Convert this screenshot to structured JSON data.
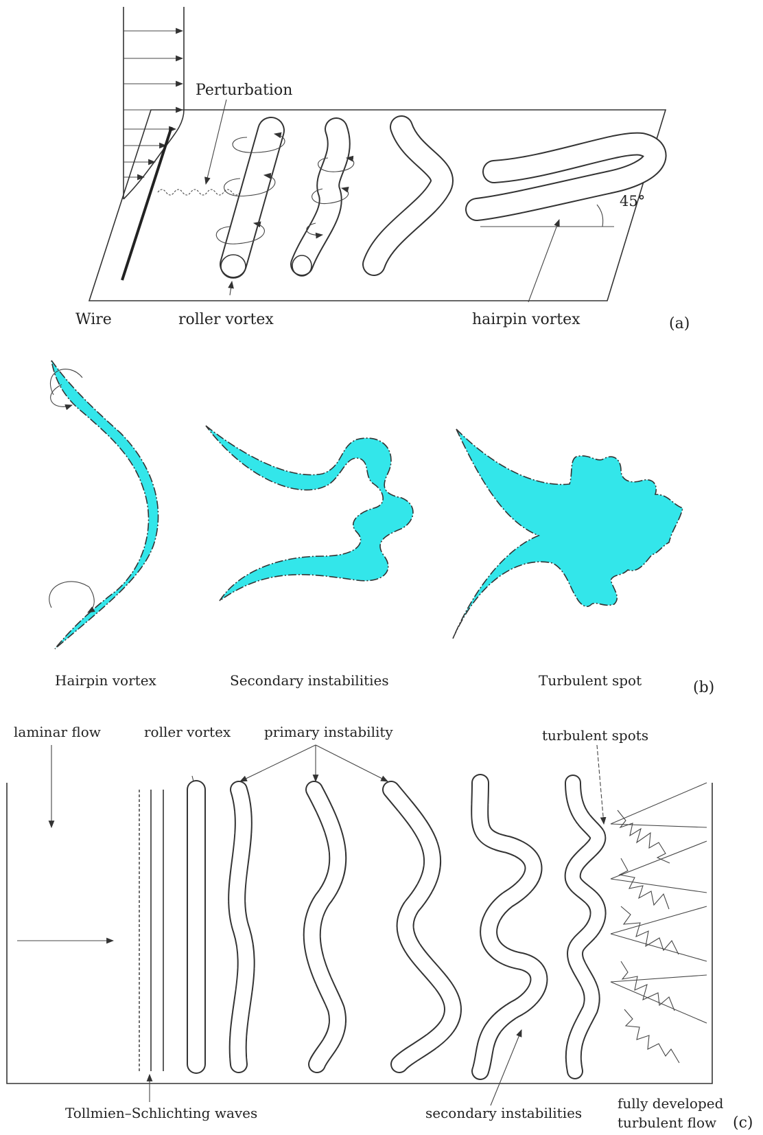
{
  "panel_a": {
    "perturbation": "Perturbation",
    "wire": "Wire",
    "roller_vortex": "roller vortex",
    "hairpin_vortex": "hairpin vortex",
    "angle": "45°",
    "tag": "(a)"
  },
  "panel_b": {
    "hairpin_vortex": "Hairpin vortex",
    "secondary_instabilities": "Secondary instabilities",
    "turbulent_spot": "Turbulent spot",
    "tag": "(b)"
  },
  "panel_c": {
    "laminar_flow": "laminar flow",
    "roller_vortex": "roller vortex",
    "primary_instability": "primary instability",
    "turbulent_spots": "turbulent spots",
    "tollmien_schlichting": "Tollmien–Schlichting waves",
    "secondary_instabilities": "secondary instabilities",
    "fully_developed_1": "fully developed",
    "fully_developed_2": "turbulent flow",
    "tag": "(c)"
  },
  "colors": {
    "vortex_fill": "#33e6ea",
    "ink": "#333333"
  }
}
